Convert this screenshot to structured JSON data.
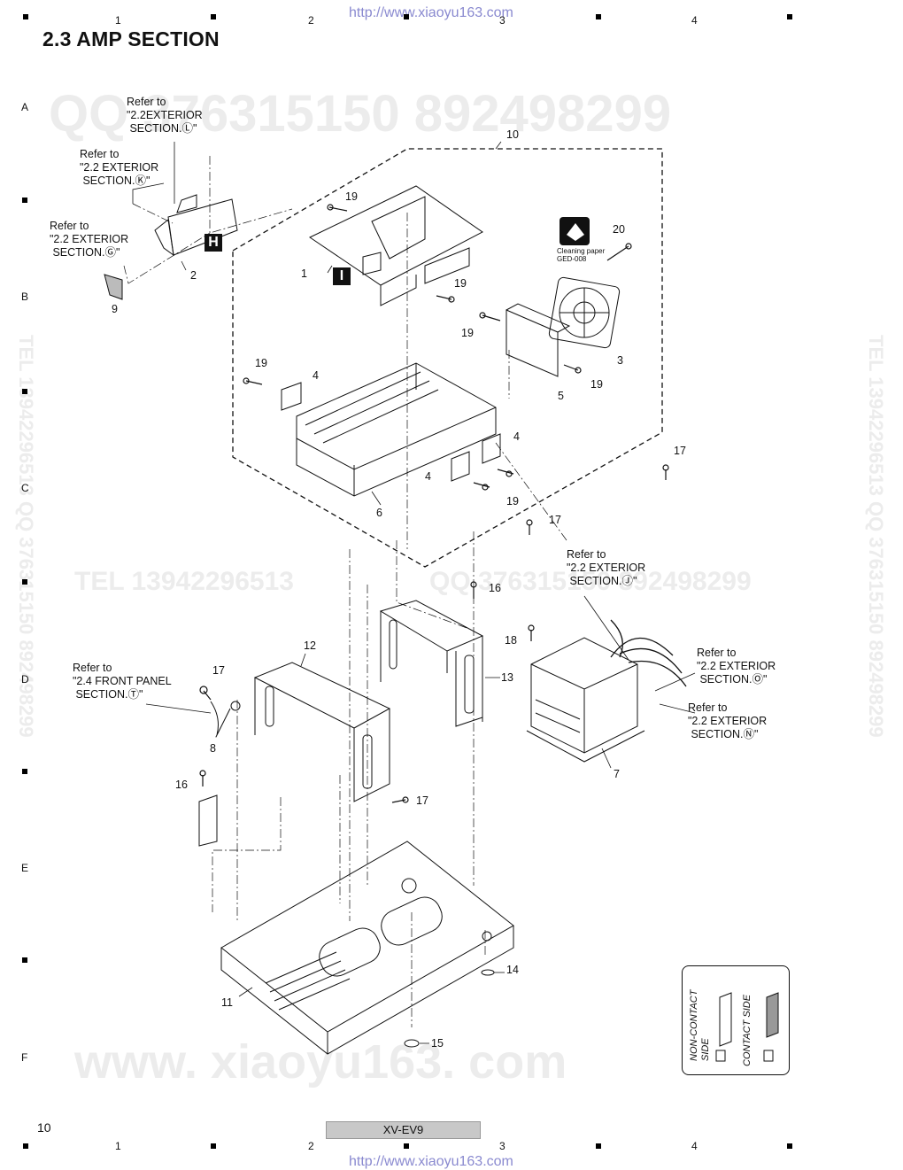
{
  "header": {
    "url": "http://www.xiaoyu163.com",
    "title": "2.3  AMP SECTION"
  },
  "grid": {
    "columns": [
      "1",
      "2",
      "3",
      "4"
    ],
    "rows": [
      "A",
      "B",
      "C",
      "D",
      "E",
      "F"
    ]
  },
  "watermarks": {
    "qq": "QQ 376315150   892498299",
    "tel": "TEL 13942296513",
    "qq2": "QQ 376315150   892498299",
    "site": "www. xiaoyu163. com",
    "side_left": "TEL 13942296513  QQ 376315150  892498299",
    "side_right": "TEL 13942296513  QQ 376315150  892498299"
  },
  "callouts": {
    "ref_l": "Refer to\n\"2.2EXTERIOR\n SECTION.Ⓛ\"",
    "ref_k": "Refer to\n\"2.2 EXTERIOR\n SECTION.Ⓚ\"",
    "ref_g": "Refer to\n\"2.2 EXTERIOR\n SECTION.Ⓖ\"",
    "ref_j": "Refer to\n\"2.2 EXTERIOR\n SECTION.Ⓙ\"",
    "ref_t": "Refer to\n\"2.4 FRONT PANEL\n SECTION.Ⓣ\"",
    "ref_o": "Refer to\n\"2.2 EXTERIOR\n SECTION.Ⓞ\"",
    "ref_n": "Refer to\n\"2.2 EXTERIOR\n SECTION.Ⓝ\""
  },
  "box_labels": {
    "h": "H",
    "i": "I"
  },
  "cleaning_paper": "Cleaning paper\nGED-008",
  "part_numbers": {
    "p1": "1",
    "p2": "2",
    "p3": "3",
    "p4a": "4",
    "p4b": "4",
    "p4c": "4",
    "p5": "5",
    "p6": "6",
    "p7": "7",
    "p8": "8",
    "p9": "9",
    "p10": "10",
    "p11": "11",
    "p12": "12",
    "p13": "13",
    "p14": "14",
    "p15": "15",
    "p16a": "16",
    "p16b": "16",
    "p17a": "17",
    "p17b": "17",
    "p17c": "17",
    "p17d": "17",
    "p18": "18",
    "p19a": "19",
    "p19b": "19",
    "p19c": "19",
    "p19d": "19",
    "p19e": "19",
    "p19f": "19",
    "p20": "20"
  },
  "legend": {
    "non_contact": "NON-CONTACT\nSIDE",
    "contact": "CONTACT SIDE"
  },
  "footer": {
    "page": "10",
    "model": "XV-EV9",
    "url": "http://www.xiaoyu163.com"
  }
}
